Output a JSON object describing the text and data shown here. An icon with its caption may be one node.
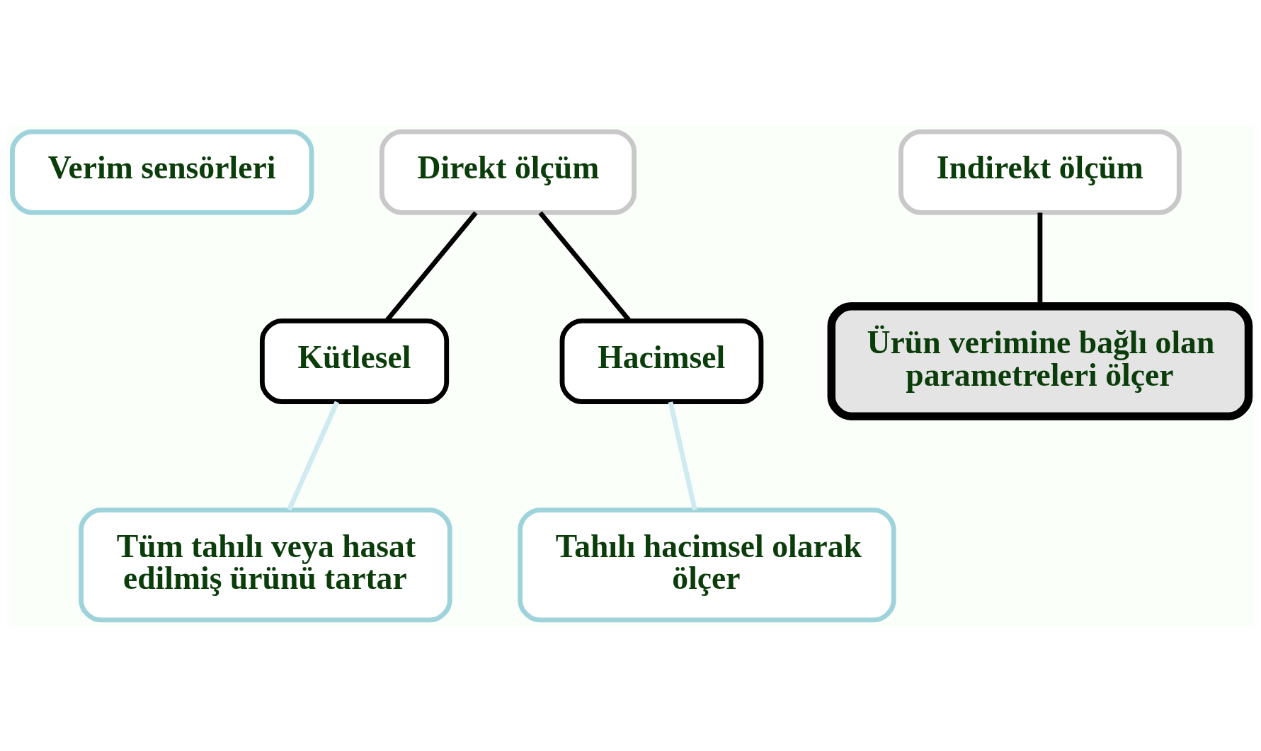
{
  "diagram": {
    "nodes": [
      {
        "text": [
          "Verim sensörleri"
        ]
      },
      {
        "text": [
          "Direkt ölçüm"
        ]
      },
      {
        "text": [
          "Indirekt ölçüm"
        ]
      },
      {
        "text": [
          "Kütlesel"
        ]
      },
      {
        "text": [
          "Hacimsel"
        ]
      },
      {
        "text": [
          "Ürün verimine bağlı olan parametreleri ölçer"
        ]
      },
      {
        "text": [
          "Tüm tahılı veya hasat edilmiş ürünü tartar"
        ]
      },
      {
        "text": [
          "Tahılı hacimsel olarak ölçer"
        ]
      }
    ],
    "edges": [
      {
        "from": 1,
        "to": 3,
        "arrow": "none"
      },
      {
        "from": 1,
        "to": 4,
        "arrow": "none"
      },
      {
        "from": 2,
        "to": 5,
        "arrow": "none"
      },
      {
        "from": 3,
        "to": 6,
        "arrow": "none",
        "color": "#cfeaf0"
      },
      {
        "from": 4,
        "to": 7,
        "arrow": "none",
        "color": "#cfeaf0"
      }
    ]
  }
}
